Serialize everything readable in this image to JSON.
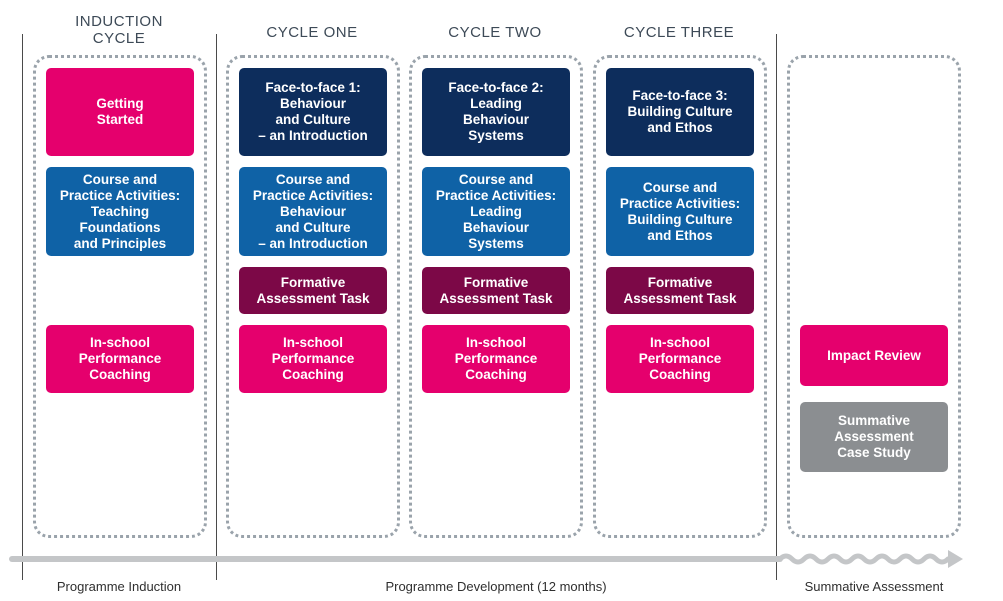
{
  "headers": {
    "induction": "INDUCTION\nCYCLE",
    "cycle_one": "CYCLE ONE",
    "cycle_two": "CYCLE TWO",
    "cycle_three": "CYCLE THREE"
  },
  "induction": {
    "getting_started": "Getting\nStarted",
    "course_practice": "Course and\nPractice Activities:\nTeaching\nFoundations\nand Principles",
    "coaching": "In-school\nPerformance\nCoaching"
  },
  "cycle_one": {
    "face_to_face": "Face-to-face 1:\nBehaviour\nand Culture\n– an Introduction",
    "course_practice": "Course and\nPractice Activities:\nBehaviour\nand Culture\n– an Introduction",
    "formative": "Formative\nAssessment Task",
    "coaching": "In-school\nPerformance\nCoaching"
  },
  "cycle_two": {
    "face_to_face": "Face-to-face 2:\nLeading\nBehaviour\nSystems",
    "course_practice": "Course and\nPractice Activities:\nLeading\nBehaviour\nSystems",
    "formative": "Formative\nAssessment Task",
    "coaching": "In-school\nPerformance\nCoaching"
  },
  "cycle_three": {
    "face_to_face": "Face-to-face 3:\nBuilding Culture\nand Ethos",
    "course_practice": "Course and\nPractice Activities:\nBuilding Culture\nand Ethos",
    "formative": "Formative\nAssessment Task",
    "coaching": "In-school\nPerformance\nCoaching"
  },
  "summative": {
    "impact_review": "Impact Review",
    "case_study": "Summative\nAssessment\nCase Study"
  },
  "footer": {
    "induction": "Programme Induction",
    "development": "Programme Development (12 months)",
    "summative": "Summative Assessment"
  },
  "colors": {
    "pink": "#e5006d",
    "navy": "#0d2d5c",
    "blue": "#0f62a6",
    "maroon": "#7c0847",
    "gray": "#8b8e91",
    "arrow": "#c4c6c8"
  }
}
